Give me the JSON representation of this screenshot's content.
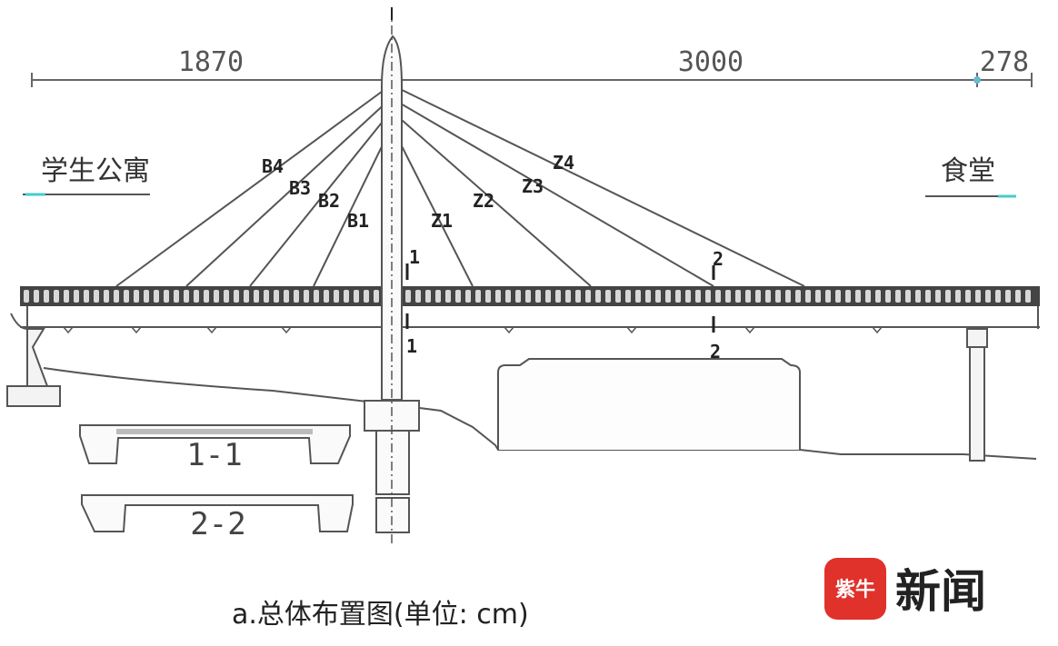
{
  "dimensions": {
    "left_span": "1870",
    "main_span": "3000",
    "right_span": "278"
  },
  "sites": {
    "left": "学生公寓",
    "right": "食堂"
  },
  "cables": {
    "left": [
      "B4",
      "B3",
      "B2",
      "B1"
    ],
    "right": [
      "Z1",
      "Z2",
      "Z3",
      "Z4"
    ]
  },
  "section_marks": {
    "one": "1",
    "two": "2"
  },
  "sections": {
    "one": "1-1",
    "two": "2-2"
  },
  "caption": "a.总体布置图(单位: cm)",
  "logo": {
    "badge": "紫牛",
    "text": "新闻",
    "badge_color": "#e0312b"
  }
}
